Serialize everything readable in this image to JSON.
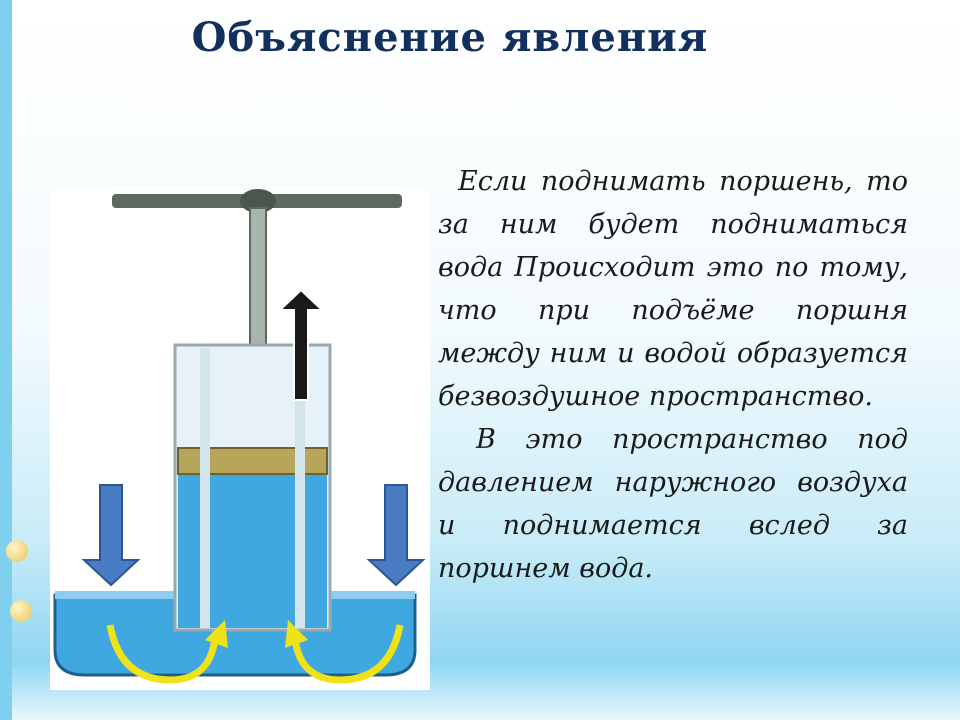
{
  "slide": {
    "title": "Объяснение  явления",
    "paragraphs": [
      "Если поднимать поршень, то за ним будет подниматься вода Происходит это по тому, что при подъёме поршня между ним и водой образуется безвоздушное пространство.",
      "В это пространство под давлением наружного воздуха и поднимается вслед за поршнем вода."
    ]
  },
  "colors": {
    "water": "#3fa8e0",
    "piston": "#b7a55a",
    "rod": "#6b7a70",
    "arrow_down": "#4a7cc4",
    "arrow_up": "#1a1a1a",
    "curved_arrow": "#f0e21a"
  }
}
